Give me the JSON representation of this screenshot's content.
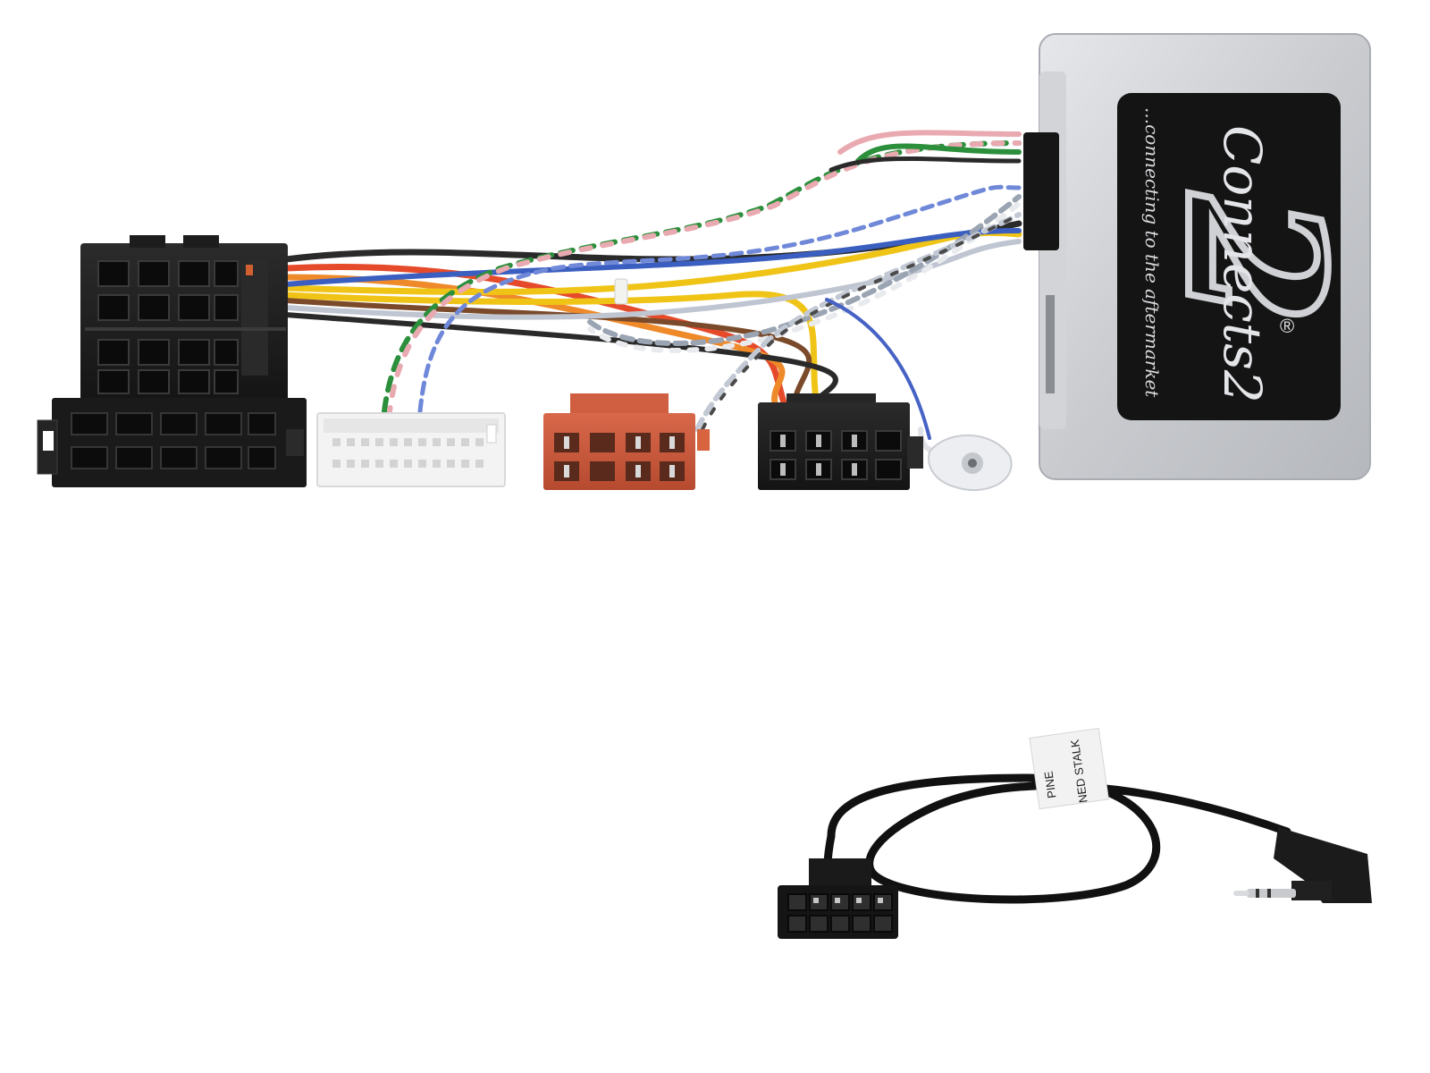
{
  "product": {
    "brand_logo_text": "Connects2",
    "logo_numeral": "2",
    "tagline": "...connecting to the aftermarket",
    "registered_mark": "®"
  },
  "cable_tag": {
    "line1": "PINE",
    "line2": "NED STALK"
  },
  "colors": {
    "module_body": "#c9cbcf",
    "logo_panel": "#141414",
    "connector_black": "#1c1c1c",
    "connector_orange": "#cd5a3b",
    "connector_white": "#f2f2f2",
    "wire_colors": [
      "#2a2a2a",
      "#e54a2a",
      "#f0c417",
      "#2b8f3c",
      "#e9a9b0",
      "#3b5fc0",
      "#bfc5d1",
      "#7a4a2a",
      "#9aa4b2"
    ]
  }
}
